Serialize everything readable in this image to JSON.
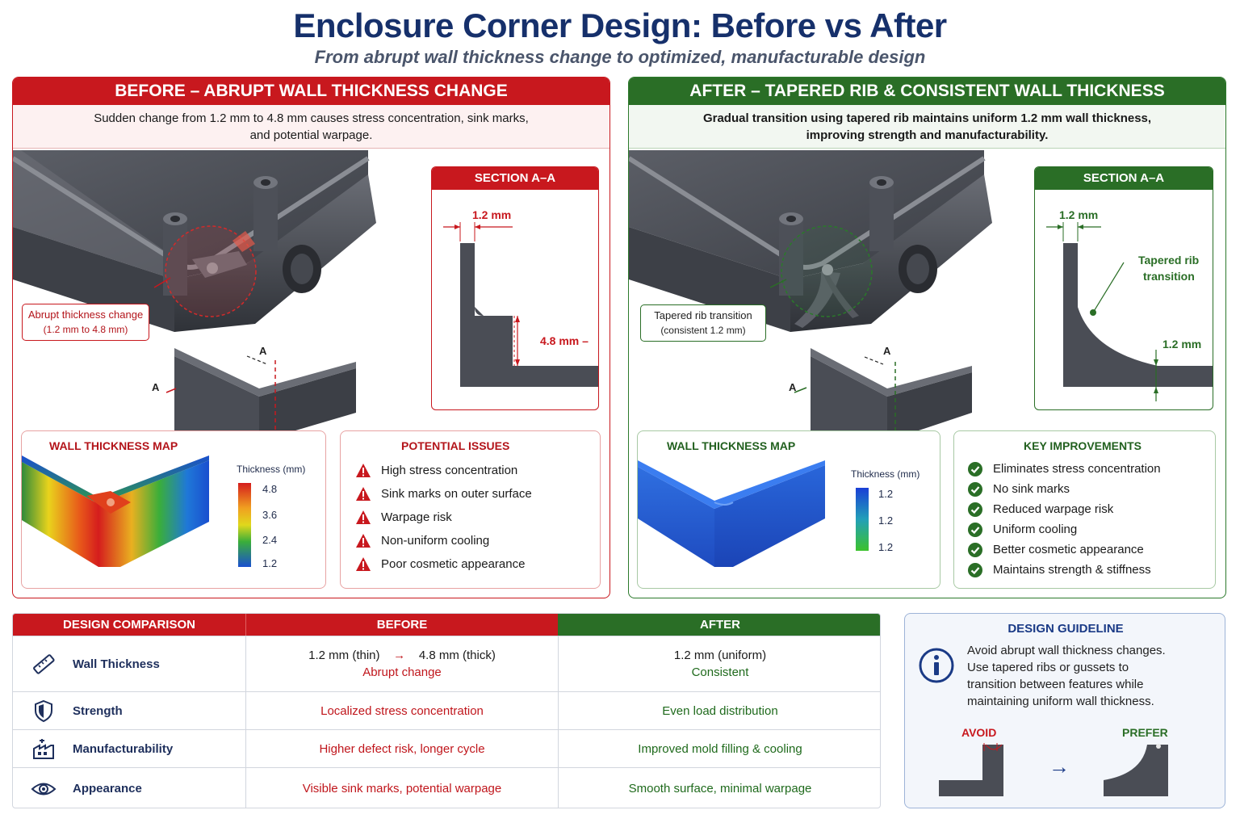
{
  "header": {
    "title": "Enclosure Corner Design: Before vs After",
    "subtitle": "From abrupt wall thickness change to optimized, manufacturable design"
  },
  "before": {
    "heading": "BEFORE – ABRUPT WALL THICKNESS CHANGE",
    "description_line1": "Sudden change from 1.2 mm to 4.8 mm causes stress concentration, sink marks,",
    "description_line2": "and potential warpage.",
    "callout_line1": "Abrupt thickness change",
    "callout_line2": "(1.2 mm to 4.8 mm)",
    "section_label": "A",
    "section": {
      "title": "SECTION A–A",
      "dim_top": "1.2 mm",
      "dim_side": "4.8 mm –"
    },
    "thickness_map": {
      "title": "WALL THICKNESS MAP",
      "legend_title": "Thickness (mm)",
      "legend_values": [
        "4.8",
        "3.6",
        "2.4",
        "1.2"
      ]
    },
    "issues": {
      "title": "POTENTIAL ISSUES",
      "items": [
        "High stress concentration",
        "Sink marks on outer surface",
        "Warpage risk",
        "Non-uniform cooling",
        "Poor cosmetic appearance"
      ]
    }
  },
  "after": {
    "heading": "AFTER – TAPERED RIB & CONSISTENT WALL THICKNESS",
    "description_line1": "Gradual transition using tapered rib maintains uniform 1.2 mm wall thickness,",
    "description_line2": "improving strength and manufacturability.",
    "callout_line1": "Tapered rib transition",
    "callout_line2": "(consistent 1.2 mm)",
    "section_label": "A",
    "section": {
      "title": "SECTION A–A",
      "dim_top": "1.2 mm",
      "dim_bottom": "1.2 mm",
      "rib_label_line1": "Tapered rib",
      "rib_label_line2": "transition"
    },
    "thickness_map": {
      "title": "WALL THICKNESS MAP",
      "legend_title": "Thickness (mm)",
      "legend_values": [
        "1.2",
        "1.2",
        "1.2"
      ]
    },
    "improvements": {
      "title": "KEY IMPROVEMENTS",
      "items": [
        "Eliminates stress concentration",
        "No sink marks",
        "Reduced warpage risk",
        "Uniform cooling",
        "Better cosmetic appearance",
        "Maintains strength & stiffness"
      ]
    }
  },
  "comparison": {
    "headers": [
      "DESIGN COMPARISON",
      "BEFORE",
      "AFTER"
    ],
    "rows": [
      {
        "icon": "ruler-icon",
        "label": "Wall Thickness",
        "before_main": "1.2 mm (thin)",
        "before_arrow": "→",
        "before_main2": "4.8 mm (thick)",
        "before_note": "Abrupt change",
        "after_main": "1.2 mm (uniform)",
        "after_note": "Consistent"
      },
      {
        "icon": "shield-icon",
        "label": "Strength",
        "before": "Localized stress concentration",
        "after": "Even load distribution"
      },
      {
        "icon": "factory-icon",
        "label": "Manufacturability",
        "before": "Higher defect risk, longer cycle",
        "after": "Improved mold filling & cooling"
      },
      {
        "icon": "eye-icon",
        "label": "Appearance",
        "before": "Visible sink marks, potential warpage",
        "after": "Smooth surface, minimal warpage"
      }
    ]
  },
  "guideline": {
    "title": "DESIGN GUIDELINE",
    "lines": [
      "Avoid abrupt wall thickness changes.",
      "Use tapered ribs or gussets to",
      "transition between features while",
      "maintaining uniform wall thickness."
    ],
    "avoid_label": "AVOID",
    "prefer_label": "PREFER",
    "arrow": "→"
  },
  "colors": {
    "navy": "#16306b",
    "red": "#c8181e",
    "green": "#2a6e26",
    "part_gray": "#4a4d55"
  }
}
